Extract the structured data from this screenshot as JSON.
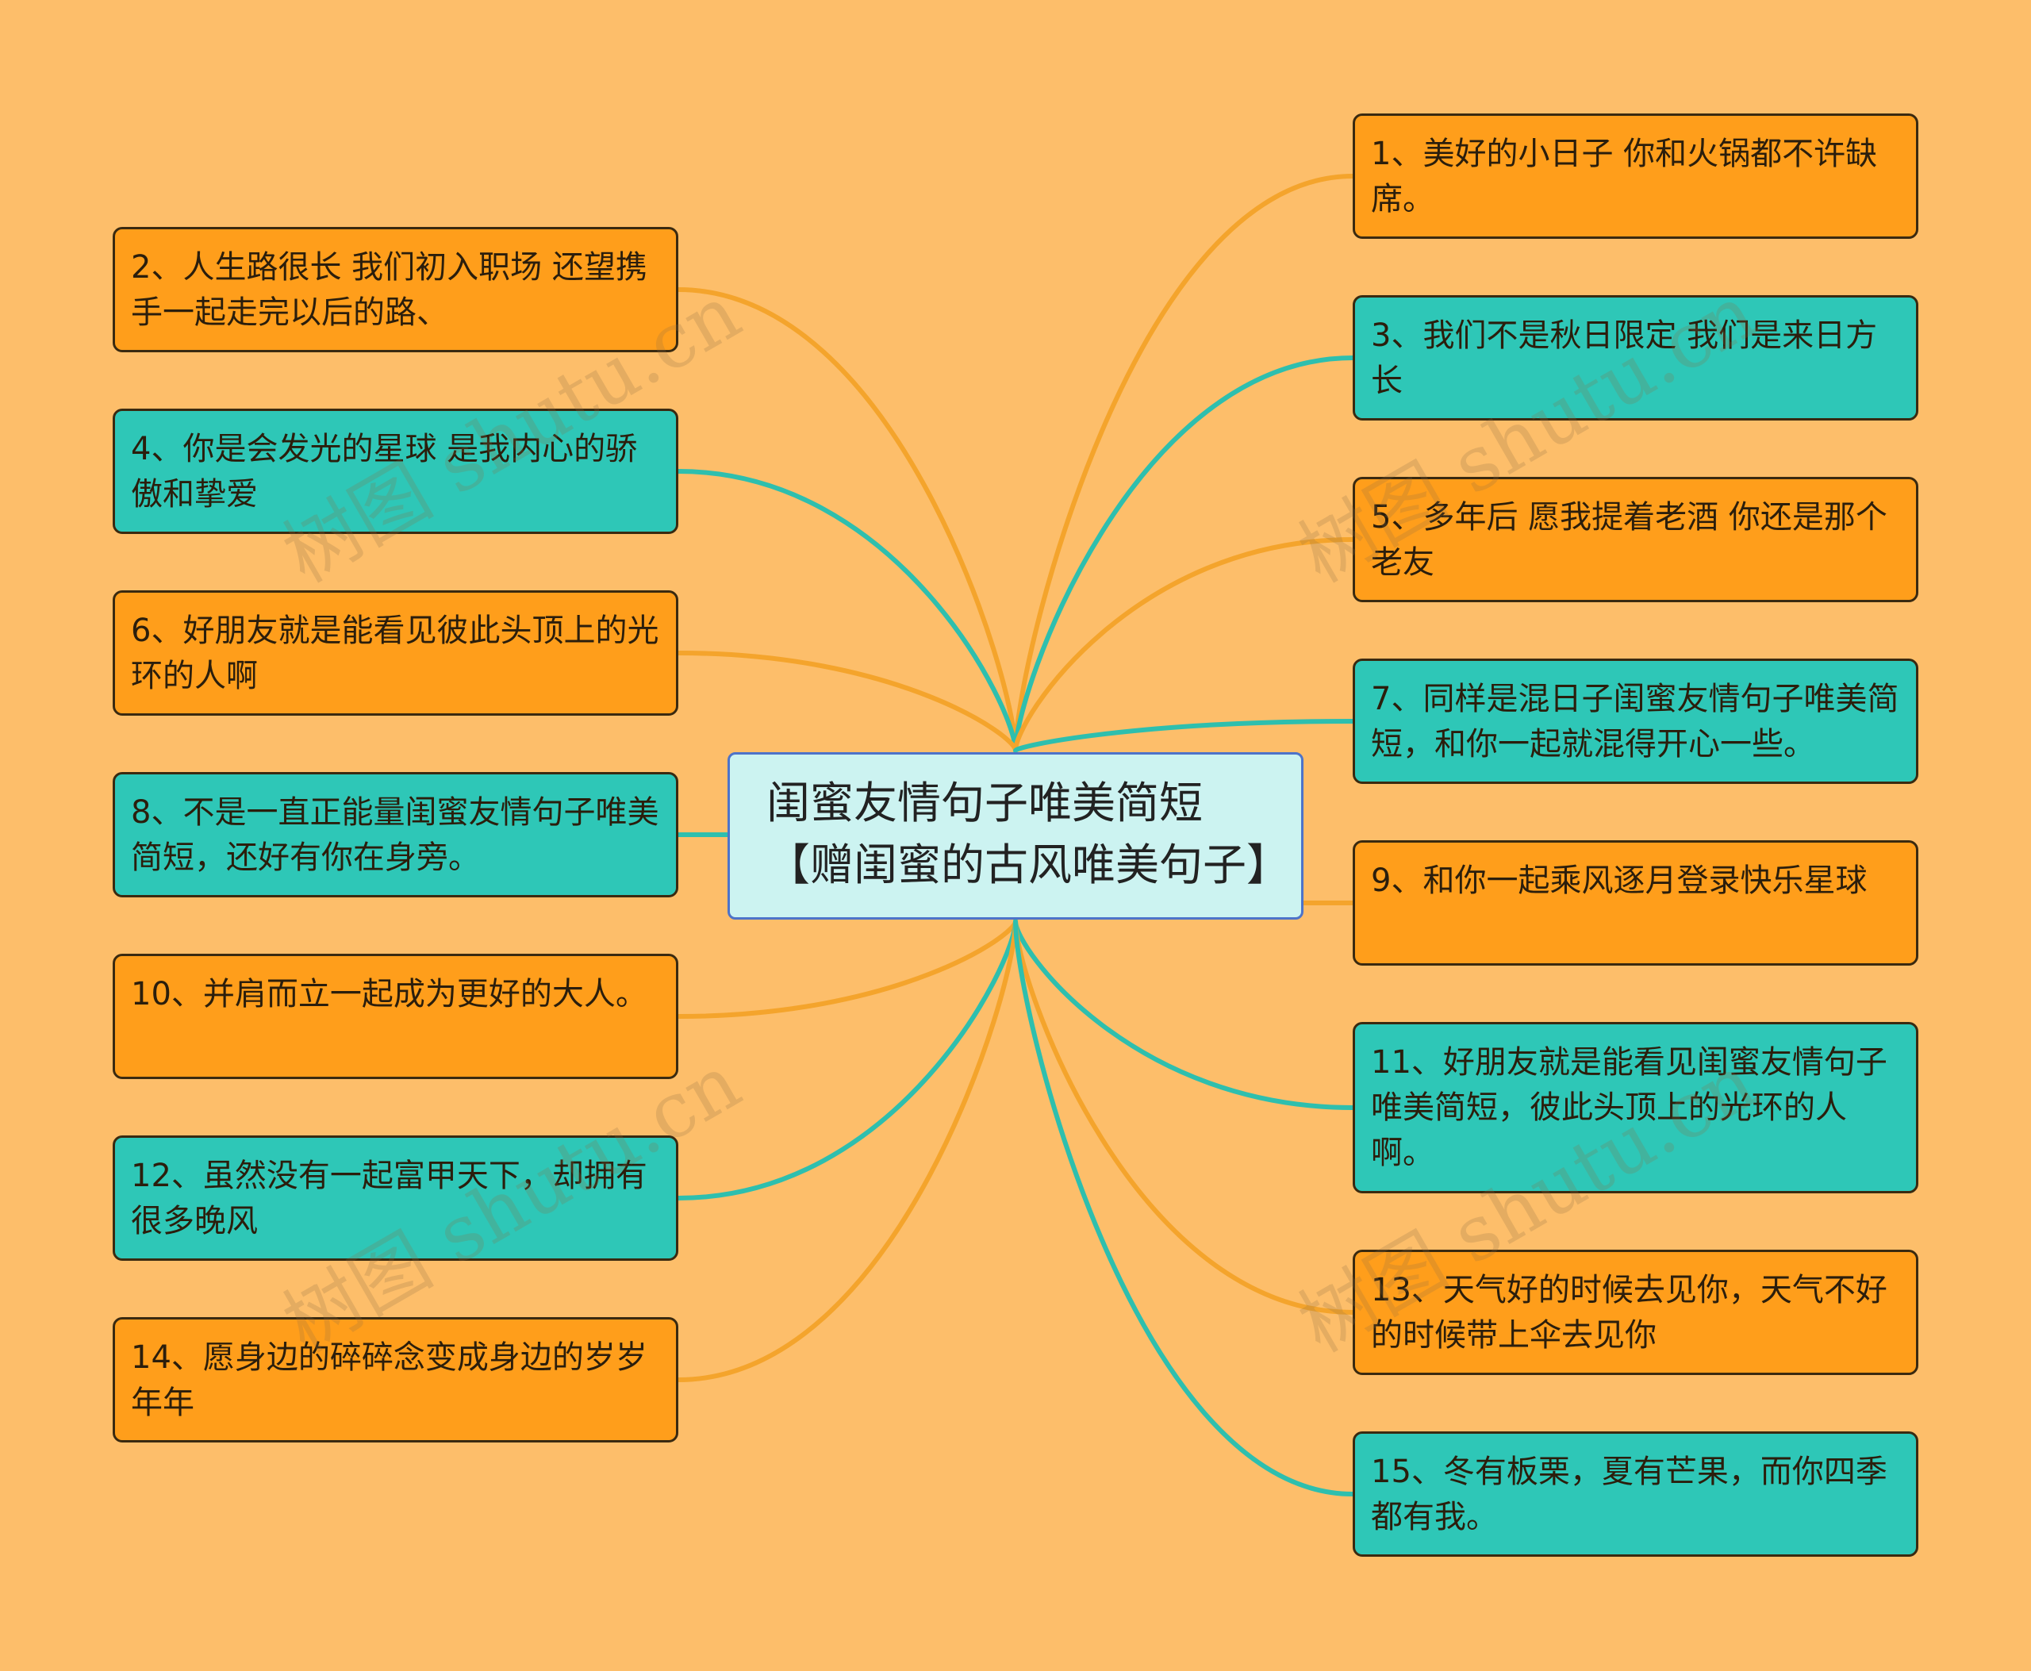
{
  "colors": {
    "background": "#FDBE6A",
    "orange_node": "#FF9E1B",
    "teal_node": "#2EC7B7",
    "center_node": "#CCF3F1",
    "center_border": "#4D73C9",
    "orange_line": "#F4A42C",
    "teal_line": "#2EBFAE"
  },
  "center": {
    "text": "闺蜜友情句子唯美简短【赠闺蜜的古风唯美句子】"
  },
  "watermark": "树图 shutu.cn",
  "nodes": [
    {
      "text": "1、美好的小日子 你和火锅都不许缺席。",
      "color": "orange"
    },
    {
      "text": "2、人生路很长 我们初入职场 还望携手一起走完以后的路、",
      "color": "orange"
    },
    {
      "text": "3、我们不是秋日限定 我们是来日方长",
      "color": "teal"
    },
    {
      "text": "4、你是会发光的星球 是我内心的骄傲和挚爱",
      "color": "teal"
    },
    {
      "text": "5、多年后 愿我提着老酒 你还是那个老友",
      "color": "orange"
    },
    {
      "text": "6、好朋友就是能看见彼此头顶上的光环的人啊",
      "color": "orange"
    },
    {
      "text": "7、同样是混日子闺蜜友情句子唯美简短，和你一起就混得开心一些。",
      "color": "teal"
    },
    {
      "text": "8、不是一直正能量闺蜜友情句子唯美简短，还好有你在身旁。",
      "color": "teal"
    },
    {
      "text": "9、和你一起乘风逐月登录快乐星球",
      "color": "orange"
    },
    {
      "text": "10、并肩而立一起成为更好的大人。",
      "color": "orange"
    },
    {
      "text": "11、好朋友就是能看见闺蜜友情句子唯美简短，彼此头顶上的光环的人啊。",
      "color": "teal"
    },
    {
      "text": "12、虽然没有一起富甲天下，却拥有很多晚风",
      "color": "teal"
    },
    {
      "text": "13、天气好的时候去见你，天气不好的时候带上伞去见你",
      "color": "orange"
    },
    {
      "text": "14、愿身边的碎碎念变成身边的岁岁年年",
      "color": "orange"
    },
    {
      "text": "15、冬有板栗，夏有芒果，而你四季都有我。",
      "color": "teal"
    }
  ]
}
